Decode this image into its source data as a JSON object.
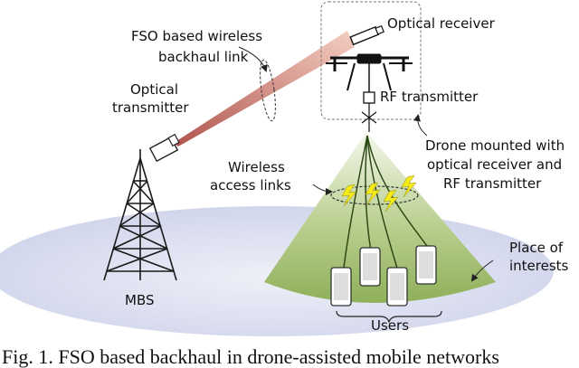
{
  "labels": {
    "fso_link": [
      "FSO based wireless",
      "backhaul link"
    ],
    "optical_receiver": "Optical receiver",
    "optical_transmitter": [
      "Optical",
      "transmitter"
    ],
    "rf_transmitter": "RF transmitter",
    "drone_note": [
      "Drone mounted with",
      "optical receiver and",
      "RF transmitter"
    ],
    "wireless_access": [
      "Wireless",
      "access links"
    ],
    "place_of_interest": [
      "Place of",
      "interests"
    ],
    "mbs": "MBS",
    "users": "Users"
  },
  "caption": "Fig. 1.  FSO based backhaul in drone-assisted mobile networks",
  "colors": {
    "ground": "#dcdff0",
    "cone": "#9ebd6a",
    "beam": "#d2846e",
    "lightning": "#f5ea1a"
  }
}
